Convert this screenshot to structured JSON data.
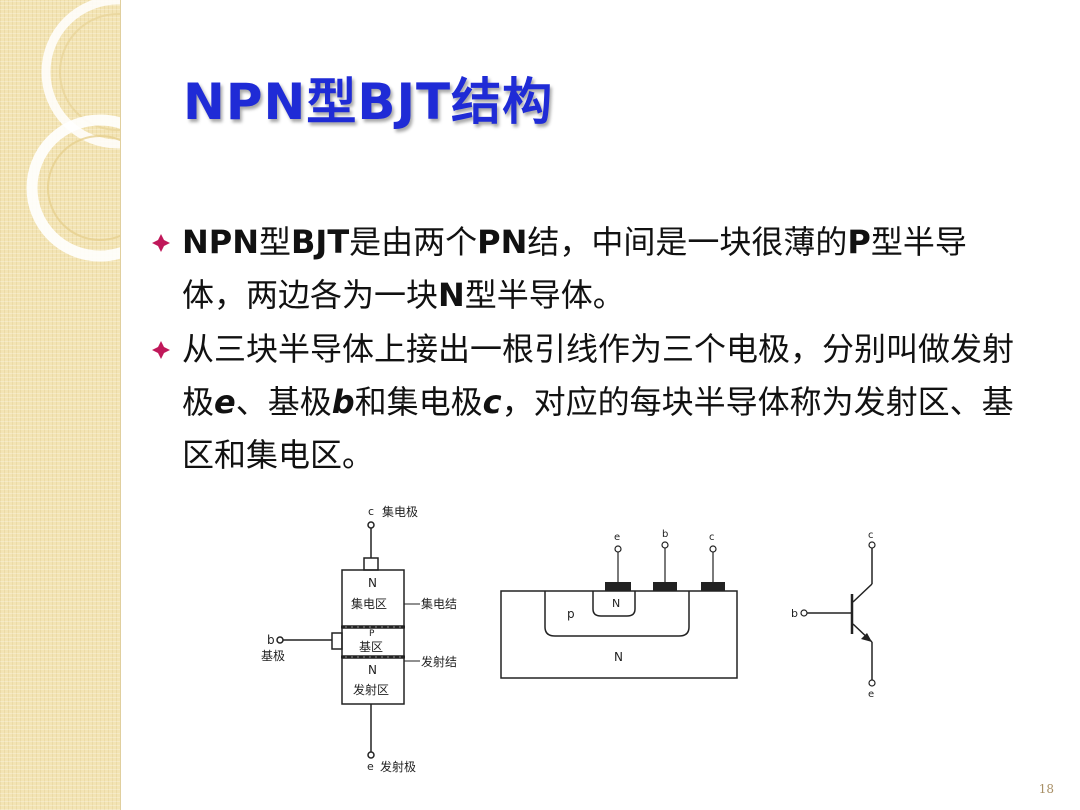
{
  "title": "NPN型BJT结构",
  "bullets": [
    {
      "segments": [
        {
          "text": "NPN",
          "style": "b"
        },
        {
          "text": "型",
          "style": ""
        },
        {
          "text": "BJT",
          "style": "b"
        },
        {
          "text": "是由两个",
          "style": ""
        },
        {
          "text": "PN",
          "style": "b"
        },
        {
          "text": "结，中间是一块很薄的",
          "style": ""
        },
        {
          "text": "P",
          "style": "b"
        },
        {
          "text": "型半导体，两边各为一块",
          "style": ""
        },
        {
          "text": "N",
          "style": "b"
        },
        {
          "text": "型半导体。",
          "style": ""
        }
      ]
    },
    {
      "segments": [
        {
          "text": "从三块半导体上接出一根引线作为三个电极，分别叫做发射极",
          "style": ""
        },
        {
          "text": "e",
          "style": "bi"
        },
        {
          "text": "、基极",
          "style": ""
        },
        {
          "text": "b",
          "style": "bi"
        },
        {
          "text": "和集电极",
          "style": ""
        },
        {
          "text": "c",
          "style": "bi"
        },
        {
          "text": "，对应的每块半导体称为发射区、基区和集电区。",
          "style": ""
        }
      ]
    }
  ],
  "figure": {
    "left": {
      "c_label": "c",
      "collector_electrode": "集电极",
      "n_top": "N",
      "collector_region": "集电区",
      "collector_junction": "集电结",
      "p_mid": "P",
      "base_region": "基区",
      "b_label": "b",
      "base_electrode": "基极",
      "emitter_junction": "发射结",
      "n_bottom": "N",
      "emitter_region": "发射区",
      "e_label": "e",
      "emitter_electrode": "发射极"
    },
    "middle": {
      "e_label": "e",
      "b_label": "b",
      "c_label": "c",
      "p_label": "p",
      "n_inner_label": "N",
      "n_outer_label": "N"
    },
    "right": {
      "c_label": "c",
      "b_label": "b",
      "e_label": "e"
    }
  },
  "page_number": "18",
  "colors": {
    "title": "#1f2bd6",
    "bullet_marker": "#c0185a",
    "sidebar": "#f3e4b4"
  }
}
